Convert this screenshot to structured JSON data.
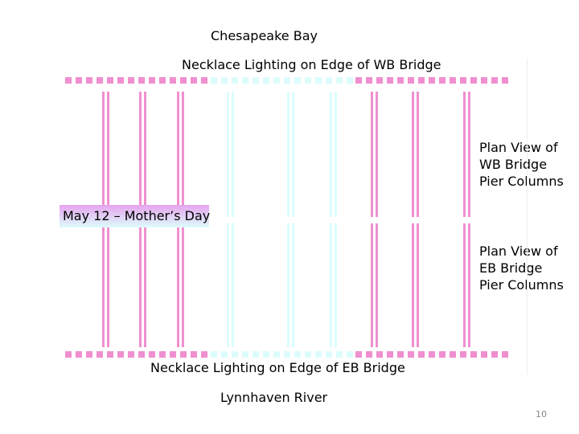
{
  "title_top": "Chesapeake Bay",
  "wb_lighting_label": "Necklace Lighting on Edge of WB Bridge",
  "eb_lighting_label": "Necklace Lighting on Edge of EB Bridge",
  "title_bottom": "Lynnhaven River",
  "event_label": "May 12 – Mother’s Day",
  "wb_plan_label": [
    "Plan View of",
    "WB Bridge",
    "Pier Columns"
  ],
  "eb_plan_label": [
    "Plan View of",
    "EB Bridge",
    "Pier Columns"
  ],
  "page_number": "10",
  "colors": {
    "pink": "#f08fd0",
    "cyan": "#dcfcfc"
  },
  "lighting_segments": [
    "pink",
    "cyan",
    "pink"
  ],
  "pier_columns": [
    "pink",
    "pink",
    "pink",
    "cyan",
    "cyan",
    "cyan",
    "pink",
    "pink",
    "pink"
  ]
}
